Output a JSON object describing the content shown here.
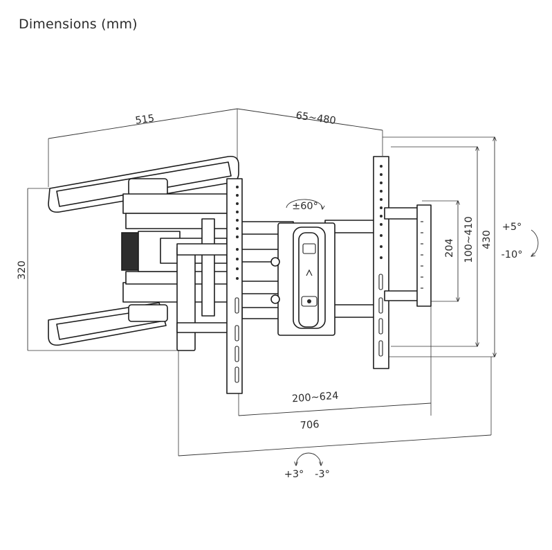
{
  "title": "Dimensions (mm)",
  "dimensions": {
    "arm_width": "515",
    "extension": "65~480",
    "arm_height": "320",
    "vesa_height": "100~410",
    "inner_height": "204",
    "plate_height": "430",
    "vesa_width": "200~624",
    "plate_width": "706"
  },
  "adjustments": {
    "swivel": "±60°",
    "tilt_up": "+5°",
    "tilt_down": "-10°",
    "level_plus": "+3°",
    "level_minus": "-3°"
  }
}
